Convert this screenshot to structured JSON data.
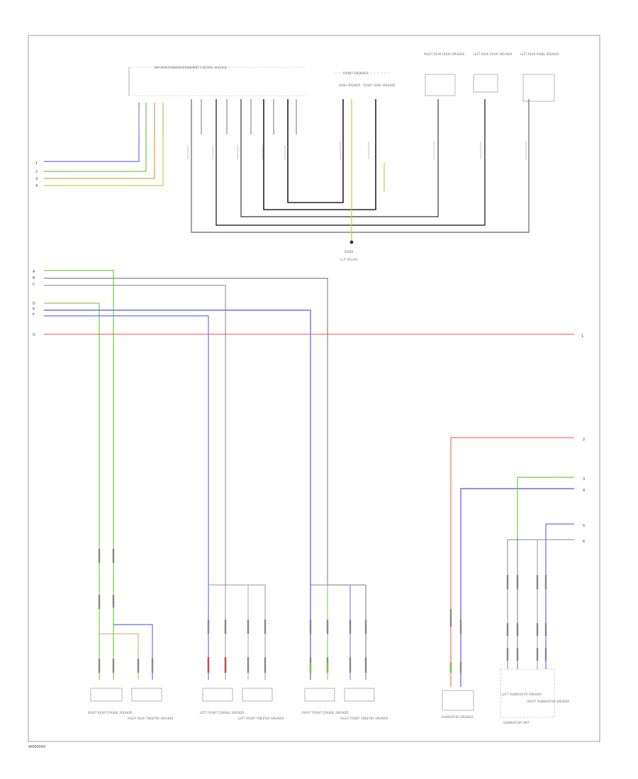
{
  "page": {
    "footer_code": "W000000"
  },
  "colors": {
    "blue": "#6b6bff",
    "green": "#6fcf3a",
    "orange": "#e0a050",
    "red": "#ff6a6a",
    "gray": "#aaaaaa",
    "dark": "#333333",
    "black": "#222222",
    "yellow": "#cccc44",
    "frame": "#888888"
  },
  "labels": {
    "module_header": "INFORMATION/ENTERTAINMENT CONTROL MODULE",
    "front_antenna_group": "FRONT SPEAKERS",
    "dash_speaker_left": "DASH SPEAKER",
    "dash_speaker_right": "FRONT DASH SPEAKER",
    "right_rear_door_spk": "RIGHT REAR DOOR SPEAKER",
    "left_rear_door_spk": "LEFT REAR DOOR SPEAKER",
    "left_rear_panel_spk": "LEFT REAR PANEL SPEAKER",
    "ground_label": "G104",
    "ground_sub": "(L.P. PILLAR)",
    "right_rear_coaxial": "RIGHT REAR COAXIAL SPEAKER",
    "right_rear_tweeter": "RIGHT REAR TWEETER SPEAKER",
    "left_front_coaxial": "LEFT FRONT COAXIAL SPEAKER",
    "left_front_tweeter": "LEFT FRONT TWEETER SPEAKER",
    "right_front_coaxial": "RIGHT FRONT COAXIAL SPEAKER",
    "right_front_tweeter": "RIGHT FRONT TWEETER SPEAKER",
    "subwoofer_amp": "SUBWOOFER SPEAKER",
    "subwoofer_unit": "SUBWOOFER UNIT",
    "left_sub": "LEFT SUBWOOFER SPEAKER",
    "right_sub": "RIGHT SUBWOOFER SPEAKER"
  }
}
